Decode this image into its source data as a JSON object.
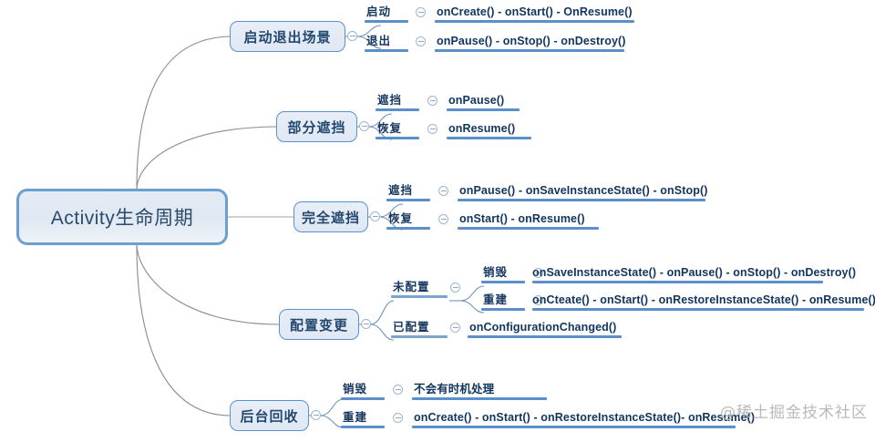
{
  "diagram": {
    "title": "Activity生命周期",
    "root": {
      "label": "Activity生命周期"
    },
    "branches": [
      {
        "label": "启动退出场景",
        "children": [
          {
            "label": "启动",
            "value": "onCreate() - onStart() - OnResume()"
          },
          {
            "label": "退出",
            "value": "onPause() - onStop() - onDestroy()"
          }
        ]
      },
      {
        "label": "部分遮挡",
        "children": [
          {
            "label": "遮挡",
            "value": "onPause()"
          },
          {
            "label": "恢复",
            "value": "onResume()"
          }
        ]
      },
      {
        "label": "完全遮挡",
        "children": [
          {
            "label": "遮挡",
            "value": "onPause() - onSaveInstanceState() - onStop()"
          },
          {
            "label": "恢复",
            "value": "onStart() - onResume()"
          }
        ]
      },
      {
        "label": "配置变更",
        "children": [
          {
            "label": "未配置",
            "children": [
              {
                "label": "销毁",
                "value": "onSaveInstanceState() - onPause() - onStop() - onDestroy()"
              },
              {
                "label": "重建",
                "value": "onCteate() - onStart()  - onRestoreInstanceState() - onResume()"
              }
            ]
          },
          {
            "label": "已配置",
            "value": "onConfigurationChanged()"
          }
        ]
      },
      {
        "label": "后台回收",
        "children": [
          {
            "label": "销毁",
            "value": "不会有时机处理"
          },
          {
            "label": "重建",
            "value": "onCreate() - onStart() - onRestoreInstanceState()- onResume()"
          }
        ]
      }
    ],
    "watermark": "@稀土掘金技术社区",
    "colors": {
      "root_border": "#6b9fd0",
      "root_fill": "#e2eaf4",
      "branch_border": "#5b91c8",
      "branch_fill": "#e4ecf6",
      "underline": "#5b8fc9",
      "edge": "#8c8c8c",
      "text": "#1d3c63"
    }
  }
}
